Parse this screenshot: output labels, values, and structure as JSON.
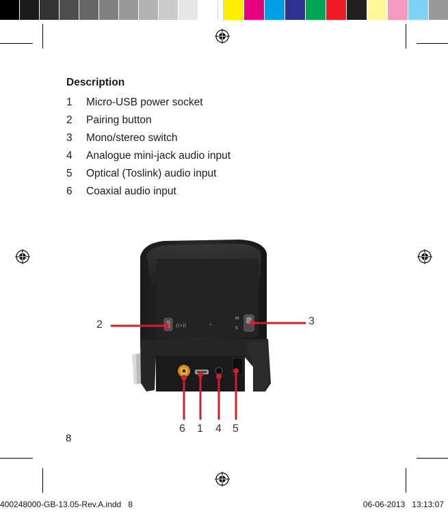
{
  "color_bar": {
    "swatches": [
      "#000000",
      "#1a1a1a",
      "#333333",
      "#4d4d4d",
      "#666666",
      "#808080",
      "#999999",
      "#b3b3b3",
      "#cccccc",
      "#e6e6e6",
      "#ffffff",
      "#ffffff",
      "#ffed00",
      "#e6007e",
      "#00a0e9",
      "#2e3192",
      "#00a651",
      "#ed1c24",
      "#231f20",
      "#fff799",
      "#f49ac1",
      "#7fd3f7",
      "#999999"
    ]
  },
  "section": {
    "heading": "Description",
    "items": [
      {
        "num": "1",
        "label": "Micro-USB power socket"
      },
      {
        "num": "2",
        "label": "Pairing button"
      },
      {
        "num": "3",
        "label": "Mono/stereo switch"
      },
      {
        "num": "4",
        "label": "Analogue mini-jack audio input"
      },
      {
        "num": "5",
        "label": "Optical (Toslink) audio input"
      },
      {
        "num": "6",
        "label": "Coaxial audio input"
      }
    ]
  },
  "figure": {
    "callouts": {
      "c2": "2",
      "c3": "3",
      "c6": "6",
      "c1": "1",
      "c4": "4",
      "c5": "5"
    },
    "switch_labels": {
      "mono": "M",
      "stereo": "S"
    },
    "callout_color": "#d11f2e"
  },
  "page": {
    "number": "8"
  },
  "slug": {
    "file": "400248000-GB-13.05-Rev.A.indd   8",
    "datetime": "06-06-2013   13:13:07"
  }
}
